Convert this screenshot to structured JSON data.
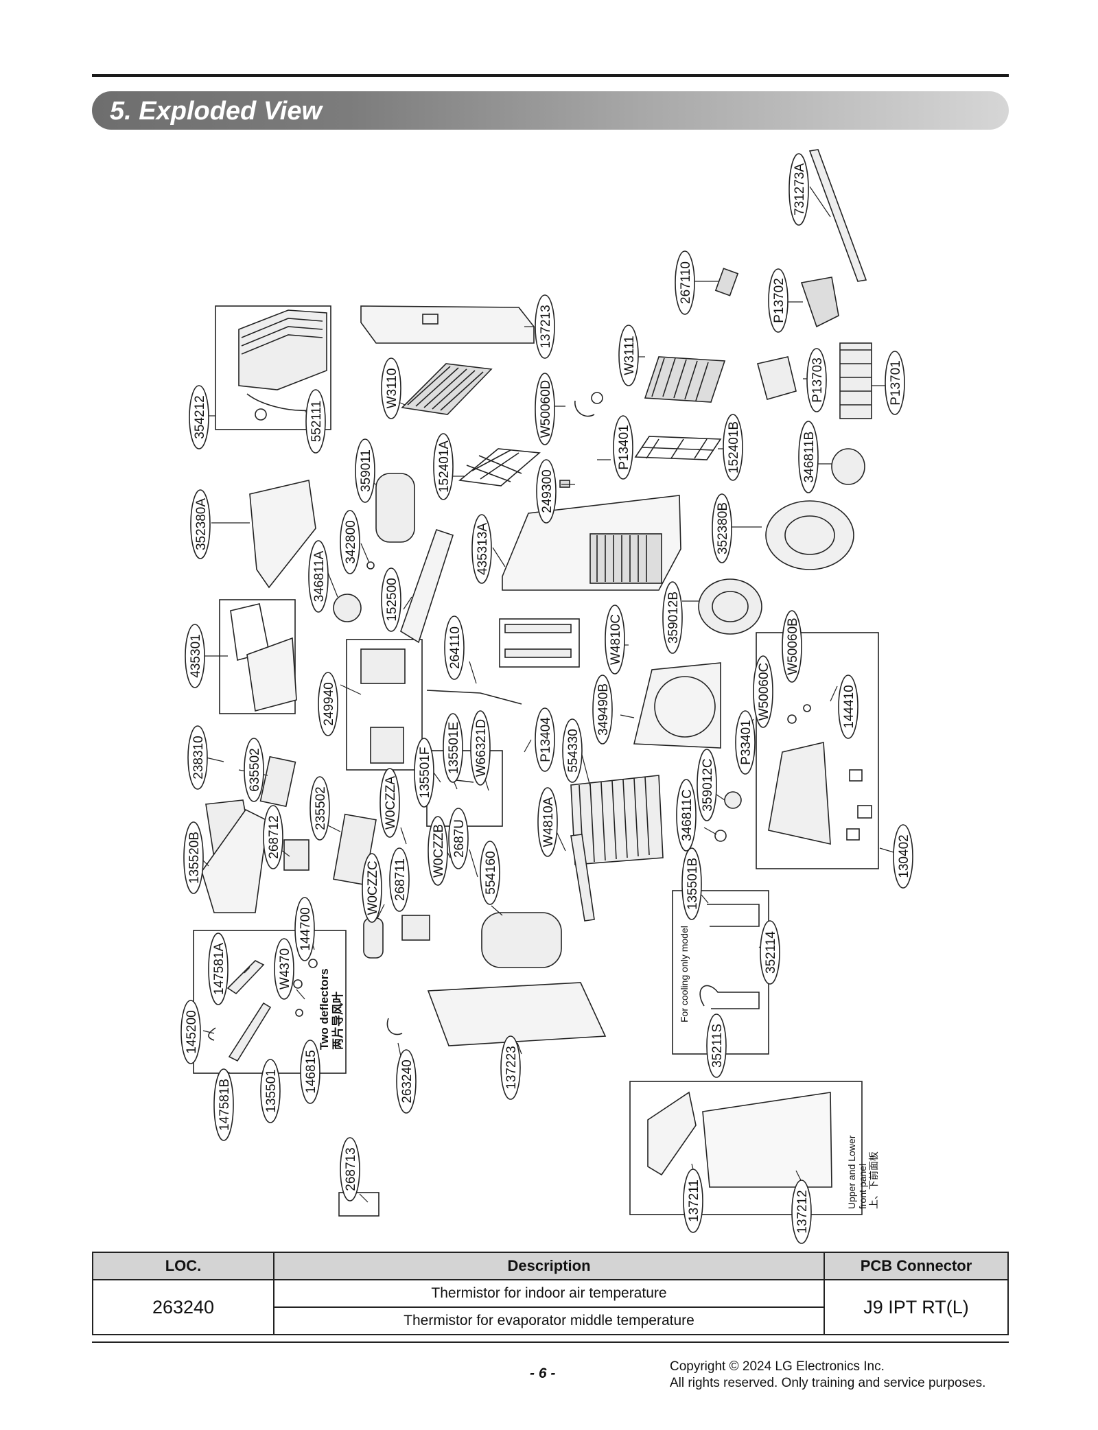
{
  "header": {
    "title": "5. Exploded View"
  },
  "diagram": {
    "parts": [
      "731273A",
      "267110",
      "P13702",
      "137213",
      "W3111",
      "P13703",
      "P13701",
      "354212",
      "552111",
      "W3110",
      "W50060D",
      "P13401",
      "152401B",
      "346811B",
      "152401A",
      "249300",
      "359011",
      "352380A",
      "352380B",
      "435313A",
      "342800",
      "346811A",
      "152500",
      "359012B",
      "W50060B",
      "264110",
      "W4810C",
      "435301",
      "W50060C",
      "349490B",
      "144410",
      "249940",
      "P13404",
      "554330",
      "P33401",
      "238310",
      "635502",
      "135501F",
      "135501E",
      "W66321D",
      "359012C",
      "W0CZZA",
      "346811C",
      "130402",
      "235502",
      "W4810A",
      "135520B",
      "268712",
      "W0CZZB",
      "2687U",
      "554160",
      "268711",
      "135501B",
      "W0CZZC",
      "144700",
      "147581A",
      "W4370",
      "352114",
      "145200",
      "146815",
      "135501",
      "147581B",
      "263240",
      "137223",
      "35211S",
      "268713",
      "137211",
      "137212"
    ],
    "notes": {
      "deflectors_en": "Two deflectors",
      "deflectors_cn": "两片导风叶",
      "cooling_only": "For cooling only model",
      "panel_line1": "Upper and Lower",
      "panel_line2": "front panel",
      "panel_line3": "上、下前面板"
    }
  },
  "table": {
    "headers": [
      "LOC.",
      "Description",
      "PCB Connector"
    ],
    "loc": "263240",
    "descriptions": [
      "Thermistor for indoor air temperature",
      "Thermistor for evaporator middle temperature"
    ],
    "connector": "J9 IPT RT(L)"
  },
  "footer": {
    "page": "- 6 -",
    "copyright_line1": "Copyright © 2024 LG Electronics Inc.",
    "copyright_line2": "All rights reserved. Only training and service purposes."
  }
}
